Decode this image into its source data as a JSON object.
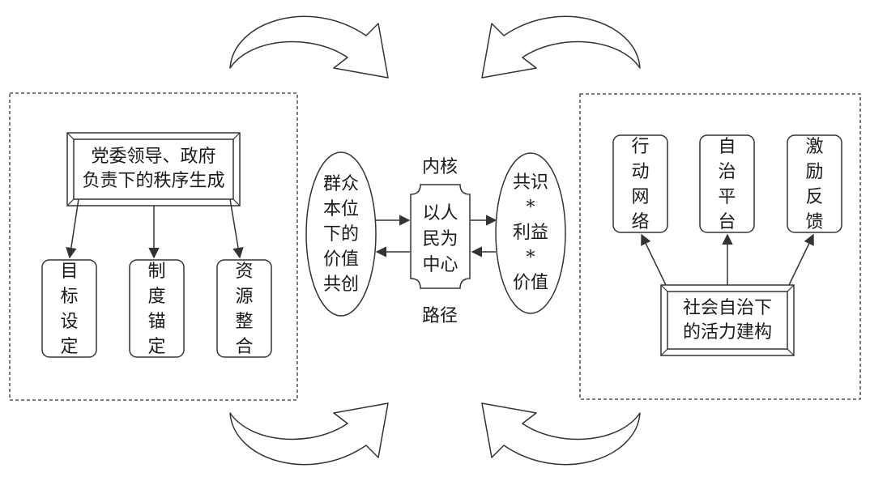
{
  "left_group": {
    "main_box": [
      "党委领导、政府",
      "负责下的秩序生成"
    ],
    "children": [
      [
        "目",
        "标",
        "设",
        "定"
      ],
      [
        "制",
        "度",
        "锚",
        "定"
      ],
      [
        "资",
        "源",
        "整",
        "合"
      ]
    ]
  },
  "center": {
    "left_ellipse": [
      "群众",
      "本位",
      "下的",
      "价值",
      "共创"
    ],
    "top_label": "内核",
    "core_box": [
      "以人",
      "民为",
      "中心"
    ],
    "bottom_label": "路径",
    "right_ellipse": [
      "共识",
      "*",
      "利益",
      "*",
      "价值"
    ]
  },
  "right_group": {
    "children": [
      [
        "行",
        "动",
        "网",
        "络"
      ],
      [
        "自",
        "治",
        "平",
        "台"
      ],
      [
        "激",
        "励",
        "反",
        "馈"
      ]
    ],
    "main_box": [
      "社会自治下",
      "的活力建构"
    ]
  },
  "colors": {
    "line": "#333333",
    "background": "#ffffff",
    "text": "#1a1a1a"
  }
}
